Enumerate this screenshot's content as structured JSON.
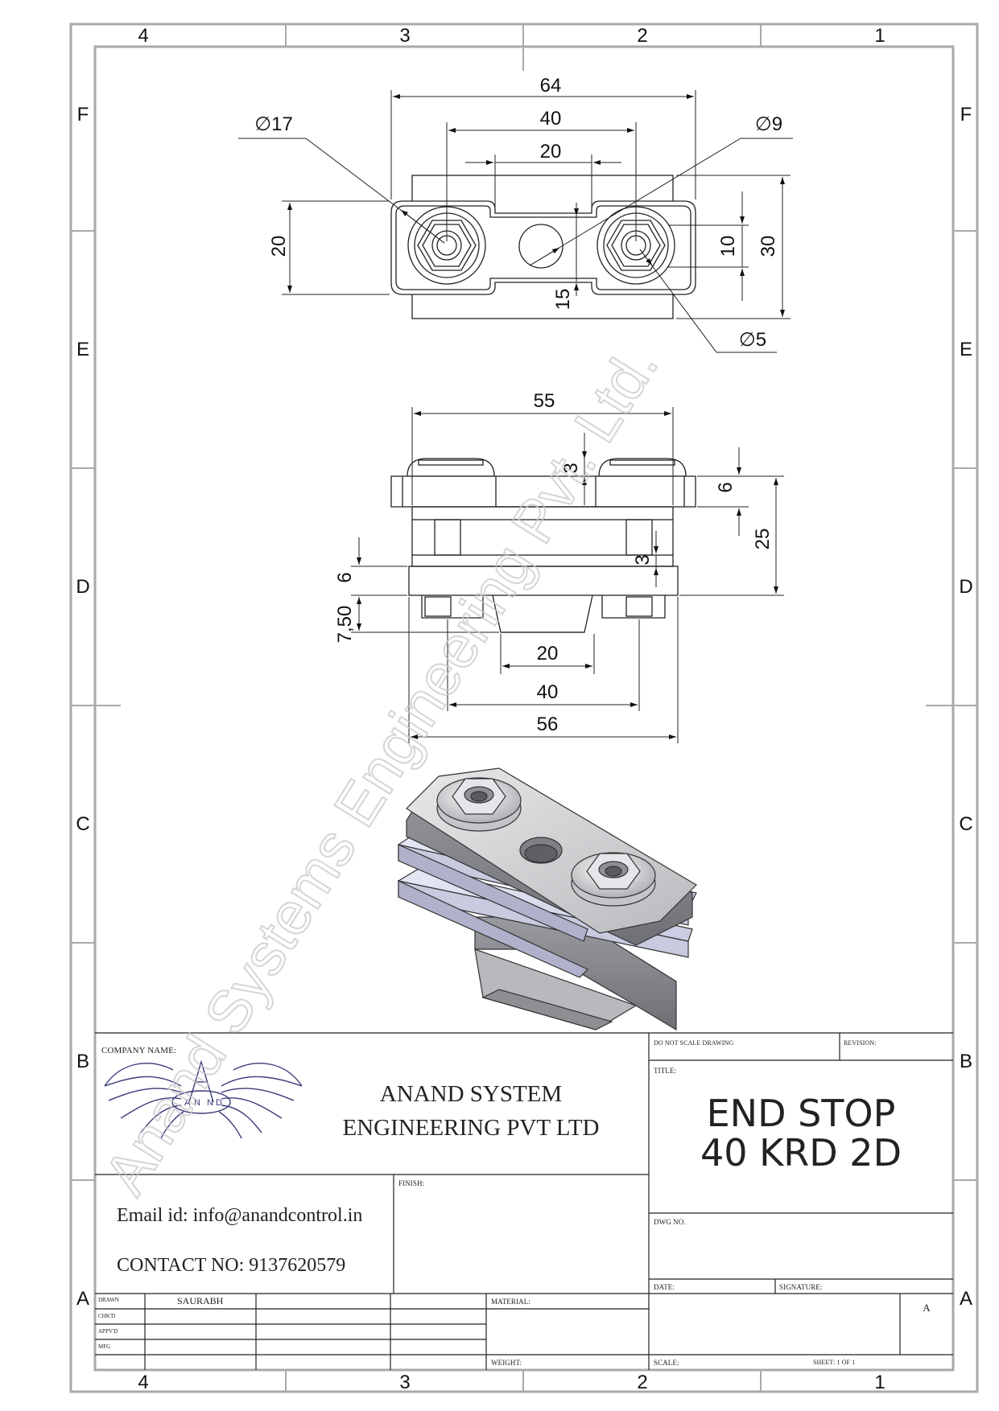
{
  "sheet": {
    "zones_top": [
      "4",
      "3",
      "2",
      "1"
    ],
    "zones_side": [
      "F",
      "E",
      "D",
      "C",
      "B",
      "A"
    ]
  },
  "dimensions": {
    "top_view": {
      "width_overall": "64",
      "hole_spacing": "40",
      "slot_width": "20",
      "dia_large": "∅17",
      "dia_small": "∅9",
      "dia_bolt": "∅5",
      "height_left": "20",
      "height_10": "10",
      "height_30": "30",
      "offset_15": "15"
    },
    "front_view": {
      "width_55": "55",
      "plate_3_top": "3",
      "plate_6": "6",
      "height_25": "25",
      "gap_3": "3",
      "left_6": "6",
      "left_7_50": "7,50",
      "bottom_20": "20",
      "bottom_40": "40",
      "bottom_56": "56"
    }
  },
  "watermark": "Anand Systems Engineering Pvt. Ltd.",
  "title_block": {
    "company_label": "COMPANY NAME:",
    "logo_letters": [
      "A",
      "N",
      "N",
      "D"
    ],
    "company_line1": "ANAND SYSTEM",
    "company_line2": "ENGINEERING PVT LTD",
    "email": "Email id: info@anandcontrol.in",
    "contact": "CONTACT NO: 9137620579",
    "finish_label": "FINISH:",
    "do_not_scale": "DO NOT SCALE DRAWING",
    "revision_label": "REVISION:",
    "title_label": "TITLE:",
    "title_line1": "END STOP",
    "title_line2": "40 KRD 2D",
    "dwg_no_label": "DWG NO.",
    "date_label": "DATE:",
    "signature_label": "SIGNATURE:",
    "size": "A",
    "material_label": "MATERIAL:",
    "weight_label": "WEIGHT:",
    "scale_label": "SCALE:",
    "sheet_label": "SHEET: 1 OF 1",
    "rows": [
      {
        "label": "DRAWN",
        "name": "SAURABH"
      },
      {
        "label": "CHK'D",
        "name": ""
      },
      {
        "label": "APPV'D",
        "name": ""
      },
      {
        "label": "MFG",
        "name": ""
      }
    ]
  }
}
